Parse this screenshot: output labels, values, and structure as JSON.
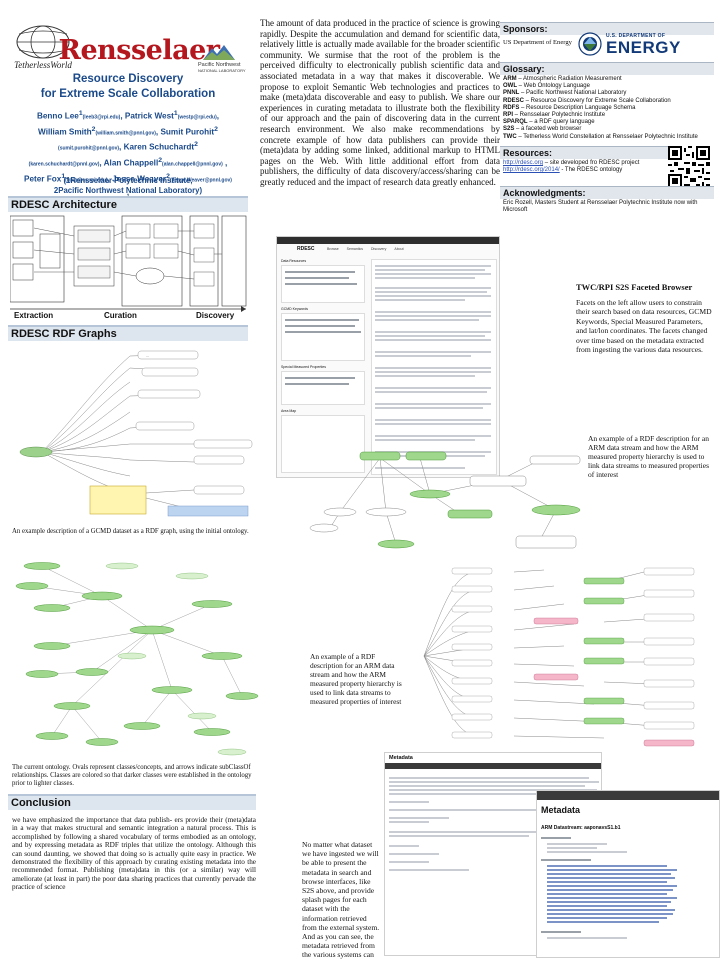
{
  "logos": {
    "tw": "TetherlessWorld",
    "rpi": "Rensselaer",
    "pnnl": [
      "Pacific Northwest",
      "NATIONAL LABORATORY"
    ]
  },
  "title": [
    "Resource Discovery",
    "for Extreme Scale Collaboration"
  ],
  "authors": {
    "line1": {
      "a1": "Benno Lee",
      "s1": "1",
      "e1": "(leeb3@rpi.edu)",
      "sep1": ", ",
      "a2": "Patrick West",
      "s2": "1",
      "e2": "(westp@rpi.edu)",
      "end": ","
    },
    "line2": {
      "a1": "William Smith",
      "s1": "2",
      "e1": "(william.smith@pnnl.gov)",
      "sep1": ", ",
      "a2": "Sumit Purohit",
      "s2": "2"
    },
    "line3": {
      "e1": "(sumit.purohit@pnnl.gov)",
      "sep": ", ",
      "a1": "Karen Schuchardt",
      "s1": "2"
    },
    "line4": {
      "e1": "(karen.schuchardt@pnnl.gov)",
      "sep": ", ",
      "a1": "Alan Chappell",
      "s1": "2",
      "e2": "(alan.chappell@pnnl.gov)",
      "end": " ,"
    },
    "line5": {
      "a1": "Peter Fox",
      "s1": "1",
      "e1": "(foxp@cs.rpi.edu)",
      "sep": ", ",
      "a2": "Jesse Weaver",
      "s2": "2",
      "e2": "(Jesse.Weaver@pnnl.gov)"
    },
    "line6": ","
  },
  "affiliations": [
    "(1Rensselaer Polytechnic Institute,",
    "2Pacific Northwest National Laboratory)"
  ],
  "sections": {
    "architecture": "RDESC Architecture",
    "rdf_graphs": "RDESC RDF Graphs",
    "conclusion": "Conclusion"
  },
  "architecture_labels": {
    "extraction": "Extraction",
    "curation": "Curation",
    "discovery": "Discovery"
  },
  "abstract": "The amount of data produced in the practice of science is growing rapidly. Despite the accumulation and demand for scientific data, relatively little is actually made available for the broader scientific community. We surmise that the root of the problem is the perceived difficulty to electronically publish scientific data and associated metadata in a way that makes it discoverable. We propose to exploit Semantic Web technologies and practices to make (meta)data discoverable and easy to publish. We share our experiences in curating metadata to illustrate both the flexibility of our approach and the pain of discovering data in the current research environment. We also make recommendations by concrete example of how data publishers can provide their (meta)data by adding some linked, additional markup to HTML pages on the Web. With little additional effort from data publishers, the difficulty of data discovery/access/sharing can be greatly reduced and the impact of research data greatly enhanced.",
  "captions": {
    "rdf_graph": "An example description of a GCMD dataset as a RDF graph, using the initial ontology.",
    "ontology": "The current ontology. Ovals represent classes/concepts, and arrows indicate subClassOf relationships. Classes are colored so that darker classes were established in the ontology prior to lighter classes.",
    "faceted_title": "TWC/RPI S2S Faceted Browser",
    "faceted": "Facets on the left allow users to constrain their search based on data resources, GCMD Keywords, Special Measured Parameters, and lat/lon coordinates. The facets changed over time based on the metadata extracted from ingesting the various data resources.",
    "arm_1": "An example of a RDF description for an ARM data stream and how the ARM measured property hierarchy is used to link data streams to measured properties of interest",
    "arm_2": "An example of a RDF description for an ARM data stream and how the ARM measured property hierarchy is used to link data streams to measured properties of interest",
    "metadata": "No matter what dataset we have ingested we will be able to present the metadata in search and browse interfaces, like S2S above, and provide splash pages for each dataset with the information retrieved from the external system. And as you can see, the metadata retrieved from the various systems can be quite different."
  },
  "conclusion": "we have emphasized the importance that data publish- ers provide their (meta)data in a way that makes structural and semantic integration a natural process. This is accomplished by following a shared vocabulary of terms embodied as an ontology, and by expressing metadata as RDF triples that utilize the ontology. Although this can sound daunting, we showed that doing so is actually quite easy in practice. We demonstrated the flexibility of this approach by curating existing metadata into the recommended format. Publishing (meta)data in this (or a similar) way will ameliorate (at least in part) the poor data sharing practices that currently pervade the practice of science",
  "sponsors": {
    "heading": "Sponsors:",
    "text": "US Department of Energy",
    "doe_dept": [
      "U.S. DEPARTMENT OF"
    ],
    "doe_big": "ENERGY"
  },
  "glossary": {
    "heading": "Glossary:",
    "items": [
      {
        "term": "ARM",
        "def": " – Atmospheric Radiation Measurement"
      },
      {
        "term": "OWL",
        "def": " – Web Ontology Language"
      },
      {
        "term": "PNNL",
        "def": " – Pacific Northwest National Laboratory"
      },
      {
        "term": "RDESC",
        "def": " – Resource Discovery for Extreme Scale Collaboration"
      },
      {
        "term": "RDFS",
        "def": " – Resource Description Language Schema"
      },
      {
        "term": "RPI",
        "def": " – Rensselaer Polytechnic Institute"
      },
      {
        "term": "SPARQL",
        "def": " – a RDF query language"
      },
      {
        "term": "S2S",
        "def": " – a faceted web browser"
      },
      {
        "term": "TWC",
        "def": " – Tetherless World Constellation at Rensselaer Polytechnic Institute"
      }
    ]
  },
  "resources": {
    "heading": "Resources:",
    "items": [
      {
        "link": "http://rdesc.org",
        "text": " – site developed fro RDESC project"
      },
      {
        "link": "http://rdesc.org/2014/",
        "text": " - The RDESC ontology"
      }
    ]
  },
  "acknowledgments": {
    "heading": "Acknowledgments:",
    "text": "Eric Rozell, Masters Student at Rensselaer Polytechnic Institute now with Microsoft"
  },
  "screens": {
    "s2s_title": "RDESC",
    "s2s_tabs": [
      "Browse",
      "Semantics",
      "Discovery",
      "About"
    ],
    "s2s_sections": [
      "Data Resources",
      "GCMD Keywords",
      "Special Measured Properties",
      "Area Map"
    ],
    "metadata_title": "Metadata",
    "metadata_arm": "ARM Datastream: aaponavsS1.b1"
  },
  "colors": {
    "title_blue": "#1b4a8a",
    "rpi_red": "#b5171e",
    "header_bg": "#dde5ee",
    "link": "#2a4fb5"
  }
}
